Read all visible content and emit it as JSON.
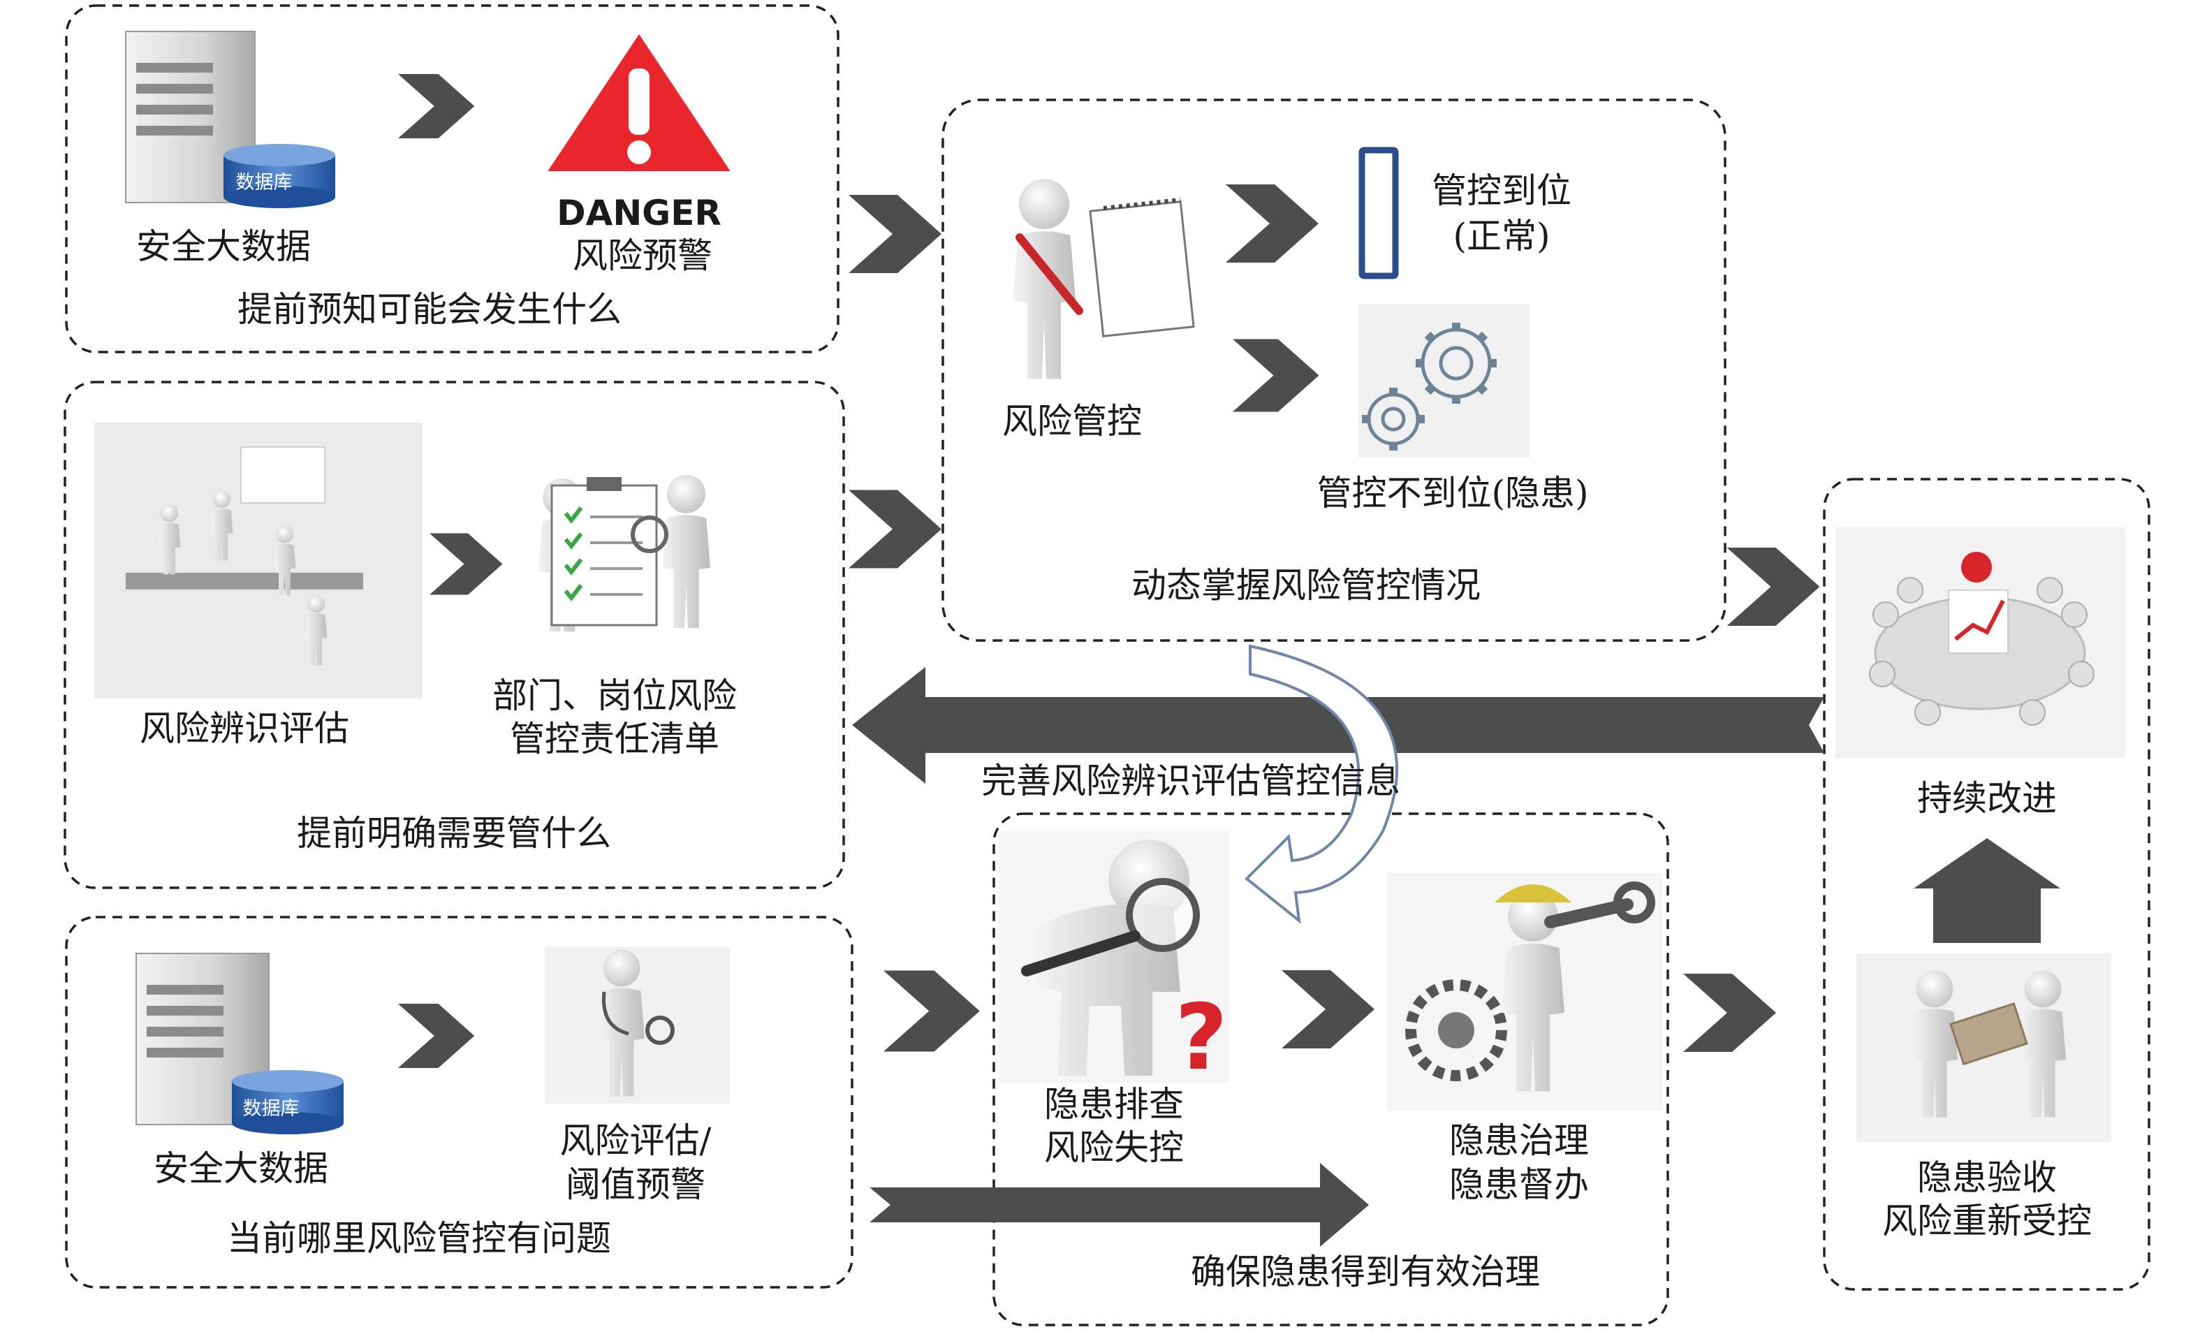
{
  "colors": {
    "arrow": "#4d4d4d",
    "danger_red": "#e8262b",
    "database_blue": "#2c5da8",
    "figure_gray": "#e6e6e6",
    "question_red": "#d9232a",
    "control_bar_border": "#2b4d8e",
    "gear_stroke": "#6f8396"
  },
  "icons": [
    "server-icon",
    "database-icon",
    "danger-warning-icon",
    "meeting-icon",
    "checklist-icon",
    "figure-writing-icon",
    "control-bar-icon",
    "gears-icon",
    "round-table-icon",
    "doctor-icon",
    "magnifier-figure-icon",
    "repair-figure-icon",
    "handshake-icon",
    "flow-arrow-icon",
    "curved-arrow-icon"
  ],
  "box1": {
    "big_data": "安全大数据",
    "database": "数据库",
    "danger_word": "DANGER",
    "risk_warning": "风险预警",
    "caption": "提前预知可能会发生什么"
  },
  "box2": {
    "identification": "风险辨识评估",
    "responsibility_line1": "部门、岗位风险",
    "responsibility_line2": "管控责任清单",
    "caption": "提前明确需要管什么"
  },
  "box3": {
    "big_data": "安全大数据",
    "database": "数据库",
    "assessment_line1": "风险评估/",
    "assessment_line2": "阈值预警",
    "caption": "当前哪里风险管控有问题"
  },
  "box4": {
    "risk_control": "风险管控",
    "in_place_line1": "管控到位",
    "in_place_line2": "(正常)",
    "not_in_place": "管控不到位(隐患)",
    "caption": "动态掌握风险管控情况"
  },
  "box5": {
    "investigation_line1": "隐患排查",
    "investigation_line2": "风险失控",
    "governance_line1": "隐患治理",
    "governance_line2": "隐患督办",
    "caption": "确保隐患得到有效治理"
  },
  "box6": {
    "improvement": "持续改进",
    "acceptance_line1": "隐患验收",
    "acceptance_line2": "风险重新受控"
  },
  "feedback_label": "完善风险辨识评估管控信息"
}
